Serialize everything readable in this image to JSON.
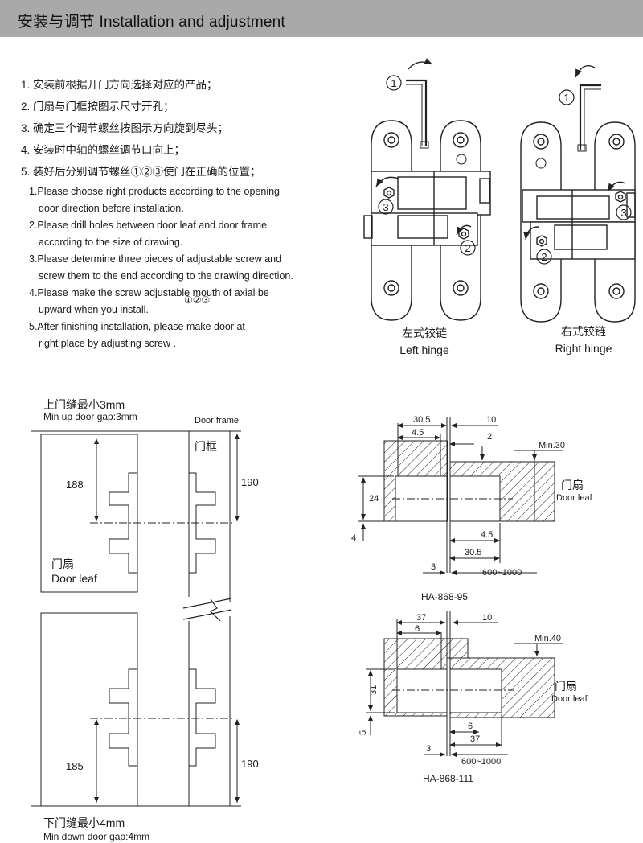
{
  "header": {
    "title": "安装与调节  Installation and adjustment",
    "background": "#a9a9a9"
  },
  "steps_zh": [
    "1. 安装前根据开门方向选择对应的产品；",
    "2. 门扇与门框按图示尺寸开孔；",
    "3. 确定三个调节螺丝按图示方向旋到尽头；",
    "4. 安装时中轴的螺丝调节口向上；",
    "5. 装好后分别调节螺丝①②③使门在正确的位置；"
  ],
  "steps_en": [
    [
      "1.Please choose right products according to the opening",
      "door direction before installation."
    ],
    [
      "2.Please drill holes between door leaf and door frame",
      "according  to the size of drawing."
    ],
    [
      "3.Please determine three pieces of adjustable screw and",
      "screw them to the end according to the drawing direction."
    ],
    [
      "4.Please make the screw adjustable mouth of axial be",
      "upward when you install."
    ],
    [
      "5.After finishing installation, please make door at",
      "right place by adjusting screw          ."
    ]
  ],
  "steps_en_circled": "①②③",
  "hinges": {
    "left": {
      "zh": "左式铰链",
      "en": "Left hinge"
    },
    "right": {
      "zh": "右式铰链",
      "en": "Right hinge"
    },
    "marks": [
      "①",
      "②",
      "③"
    ]
  },
  "door_diagram": {
    "top_gap_zh": "上门缝最小3mm",
    "top_gap_en": "Min up door gap:3mm",
    "door_frame_en": "Door frame",
    "door_frame_zh": "门框",
    "door_leaf_zh": "门扇",
    "door_leaf_en": "Door leaf",
    "dim_188": "188",
    "dim_190_top": "190",
    "dim_185": "185",
    "dim_190_bottom": "190",
    "bottom_gap_zh": "下门缝最小4mm",
    "bottom_gap_en": "Min down door gap:4mm"
  },
  "section_95": {
    "model": "HA-868-95",
    "d_30_5_top": "30.5",
    "d_4_5_top": "4.5",
    "d_10": "10",
    "d_2": "2",
    "d_min": "Min.30",
    "d_24": "24",
    "d_4": "4",
    "d_4_5_bot": "4.5",
    "d_30_5_bot": "30.5",
    "d_3": "3",
    "d_range": "600~1000",
    "door_leaf_zh": "门扇",
    "door_leaf_en": "Door leaf"
  },
  "section_111": {
    "model": "HA-868-111",
    "d_37_top": "37",
    "d_6_top": "6",
    "d_10": "10",
    "d_min": "Min.40",
    "d_31": "31",
    "d_5": "5",
    "d_6_bot": "6",
    "d_37_bot": "37",
    "d_3": "3",
    "d_range": "600~1000",
    "door_leaf_zh": "门扇",
    "door_leaf_en": "Door leaf"
  }
}
